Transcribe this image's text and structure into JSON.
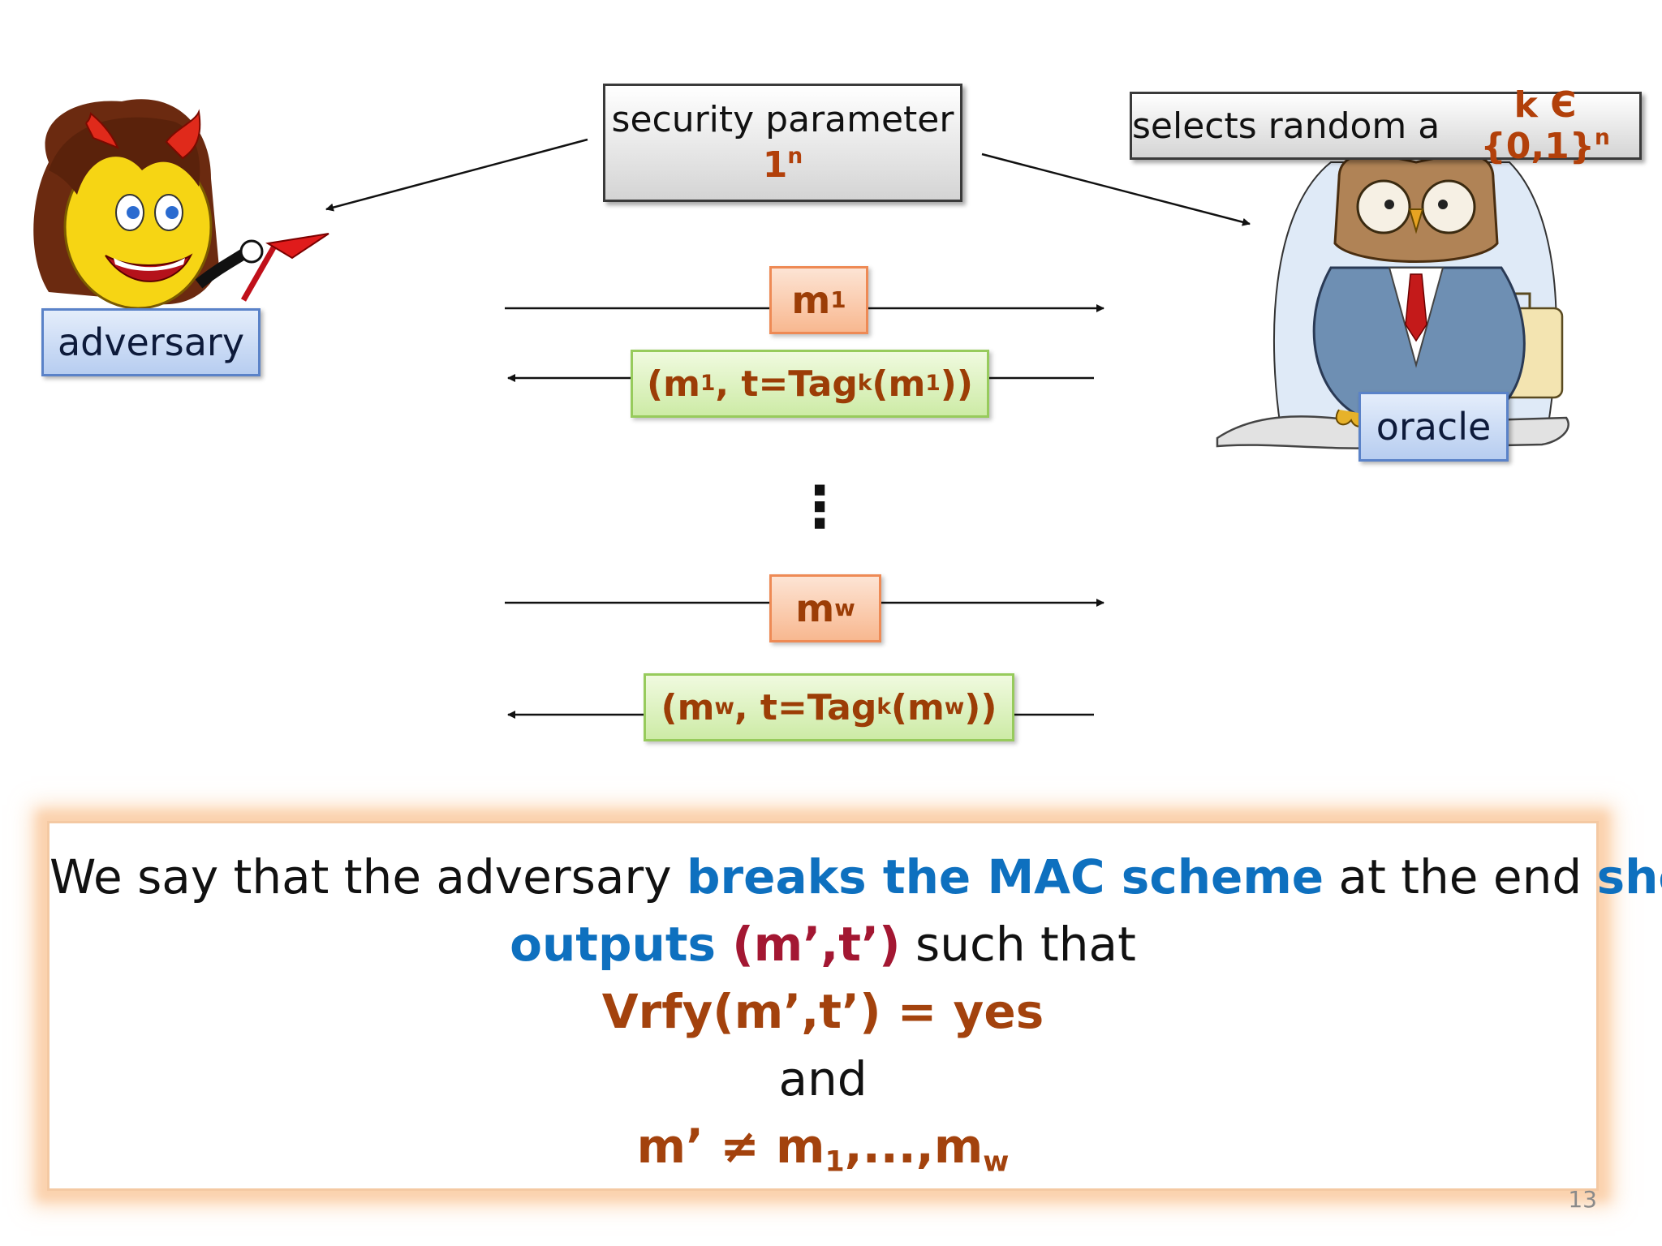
{
  "security_param": {
    "label": "security parameter",
    "value_base": "1",
    "value_exp": "n"
  },
  "oracle_key": {
    "prefix": "selects random a ",
    "key": "k Є {0,1}",
    "exp": "n"
  },
  "adversary_label": "adversary",
  "oracle_label": "oracle",
  "queries": [
    {
      "msg_base": "m",
      "msg_sub": "1",
      "resp_open": "(m",
      "resp_sub1": "1",
      "resp_mid": ", t=Tag",
      "resp_subk": "k",
      "resp_m": "(m",
      "resp_sub2": "1",
      "resp_close": "))"
    },
    {
      "msg_base": "m",
      "msg_sub": "w",
      "resp_open": "(m",
      "resp_sub1": "w",
      "resp_mid": ", t=Tag",
      "resp_subk": "k",
      "resp_m": "(m",
      "resp_sub2": "w",
      "resp_close": "))"
    }
  ],
  "ellipsis": "⋮",
  "statement": {
    "line1_a": "We say that the adversary ",
    "line1_b": "breaks the MAC scheme",
    "line1_c": " at the end ",
    "line1_d": "she",
    "line2_a": "outputs",
    "line2_b": " (m’,t’)",
    "line2_c": " such that",
    "line3": "Vrfy(m’,t’) = yes",
    "line4": "and",
    "line5_a": "m’ ≠ m",
    "line5_sub1": "1",
    "line5_b": ",...,m",
    "line5_subw": "w"
  },
  "page_number": "13",
  "icons": [
    "devil-adversary-icon",
    "owl-oracle-icon"
  ],
  "colors": {
    "accent": "#b2400a",
    "blue": "#0e70bf",
    "crimson": "#a31732"
  }
}
